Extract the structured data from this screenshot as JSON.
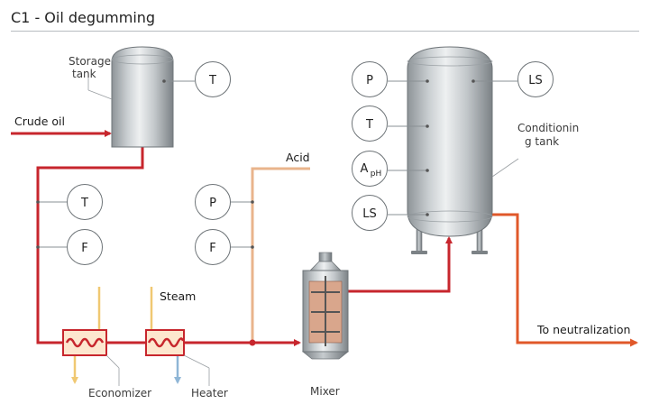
{
  "title": "C1 - Oil degumming",
  "labels": {
    "storage_tank": [
      "Storage",
      "tank"
    ],
    "crude_oil": "Crude oil",
    "acid": "Acid",
    "steam": "Steam",
    "conditioning_tank": [
      "Conditionin",
      "g tank"
    ],
    "economizer": "Economizer",
    "heater": "Heater",
    "mixer": "Mixer",
    "to_neutralization": "To neutralization"
  },
  "instruments": {
    "storage_t": "T",
    "line_t": "T",
    "line_f": "F",
    "acid_p": "P",
    "acid_f": "F",
    "cond_p": "P",
    "cond_t": "T",
    "cond_aph_main": "A",
    "cond_aph_sub": "pH",
    "cond_ls_low": "LS",
    "cond_ls_high": "LS"
  },
  "colors": {
    "oil_line": "#c7262d",
    "acid_line": "#e9b48c",
    "product_line": "#e0582a",
    "steam_in": "#f0c872",
    "steam_out": "#8fb6d6",
    "tank_metal": "#b9bec2"
  }
}
